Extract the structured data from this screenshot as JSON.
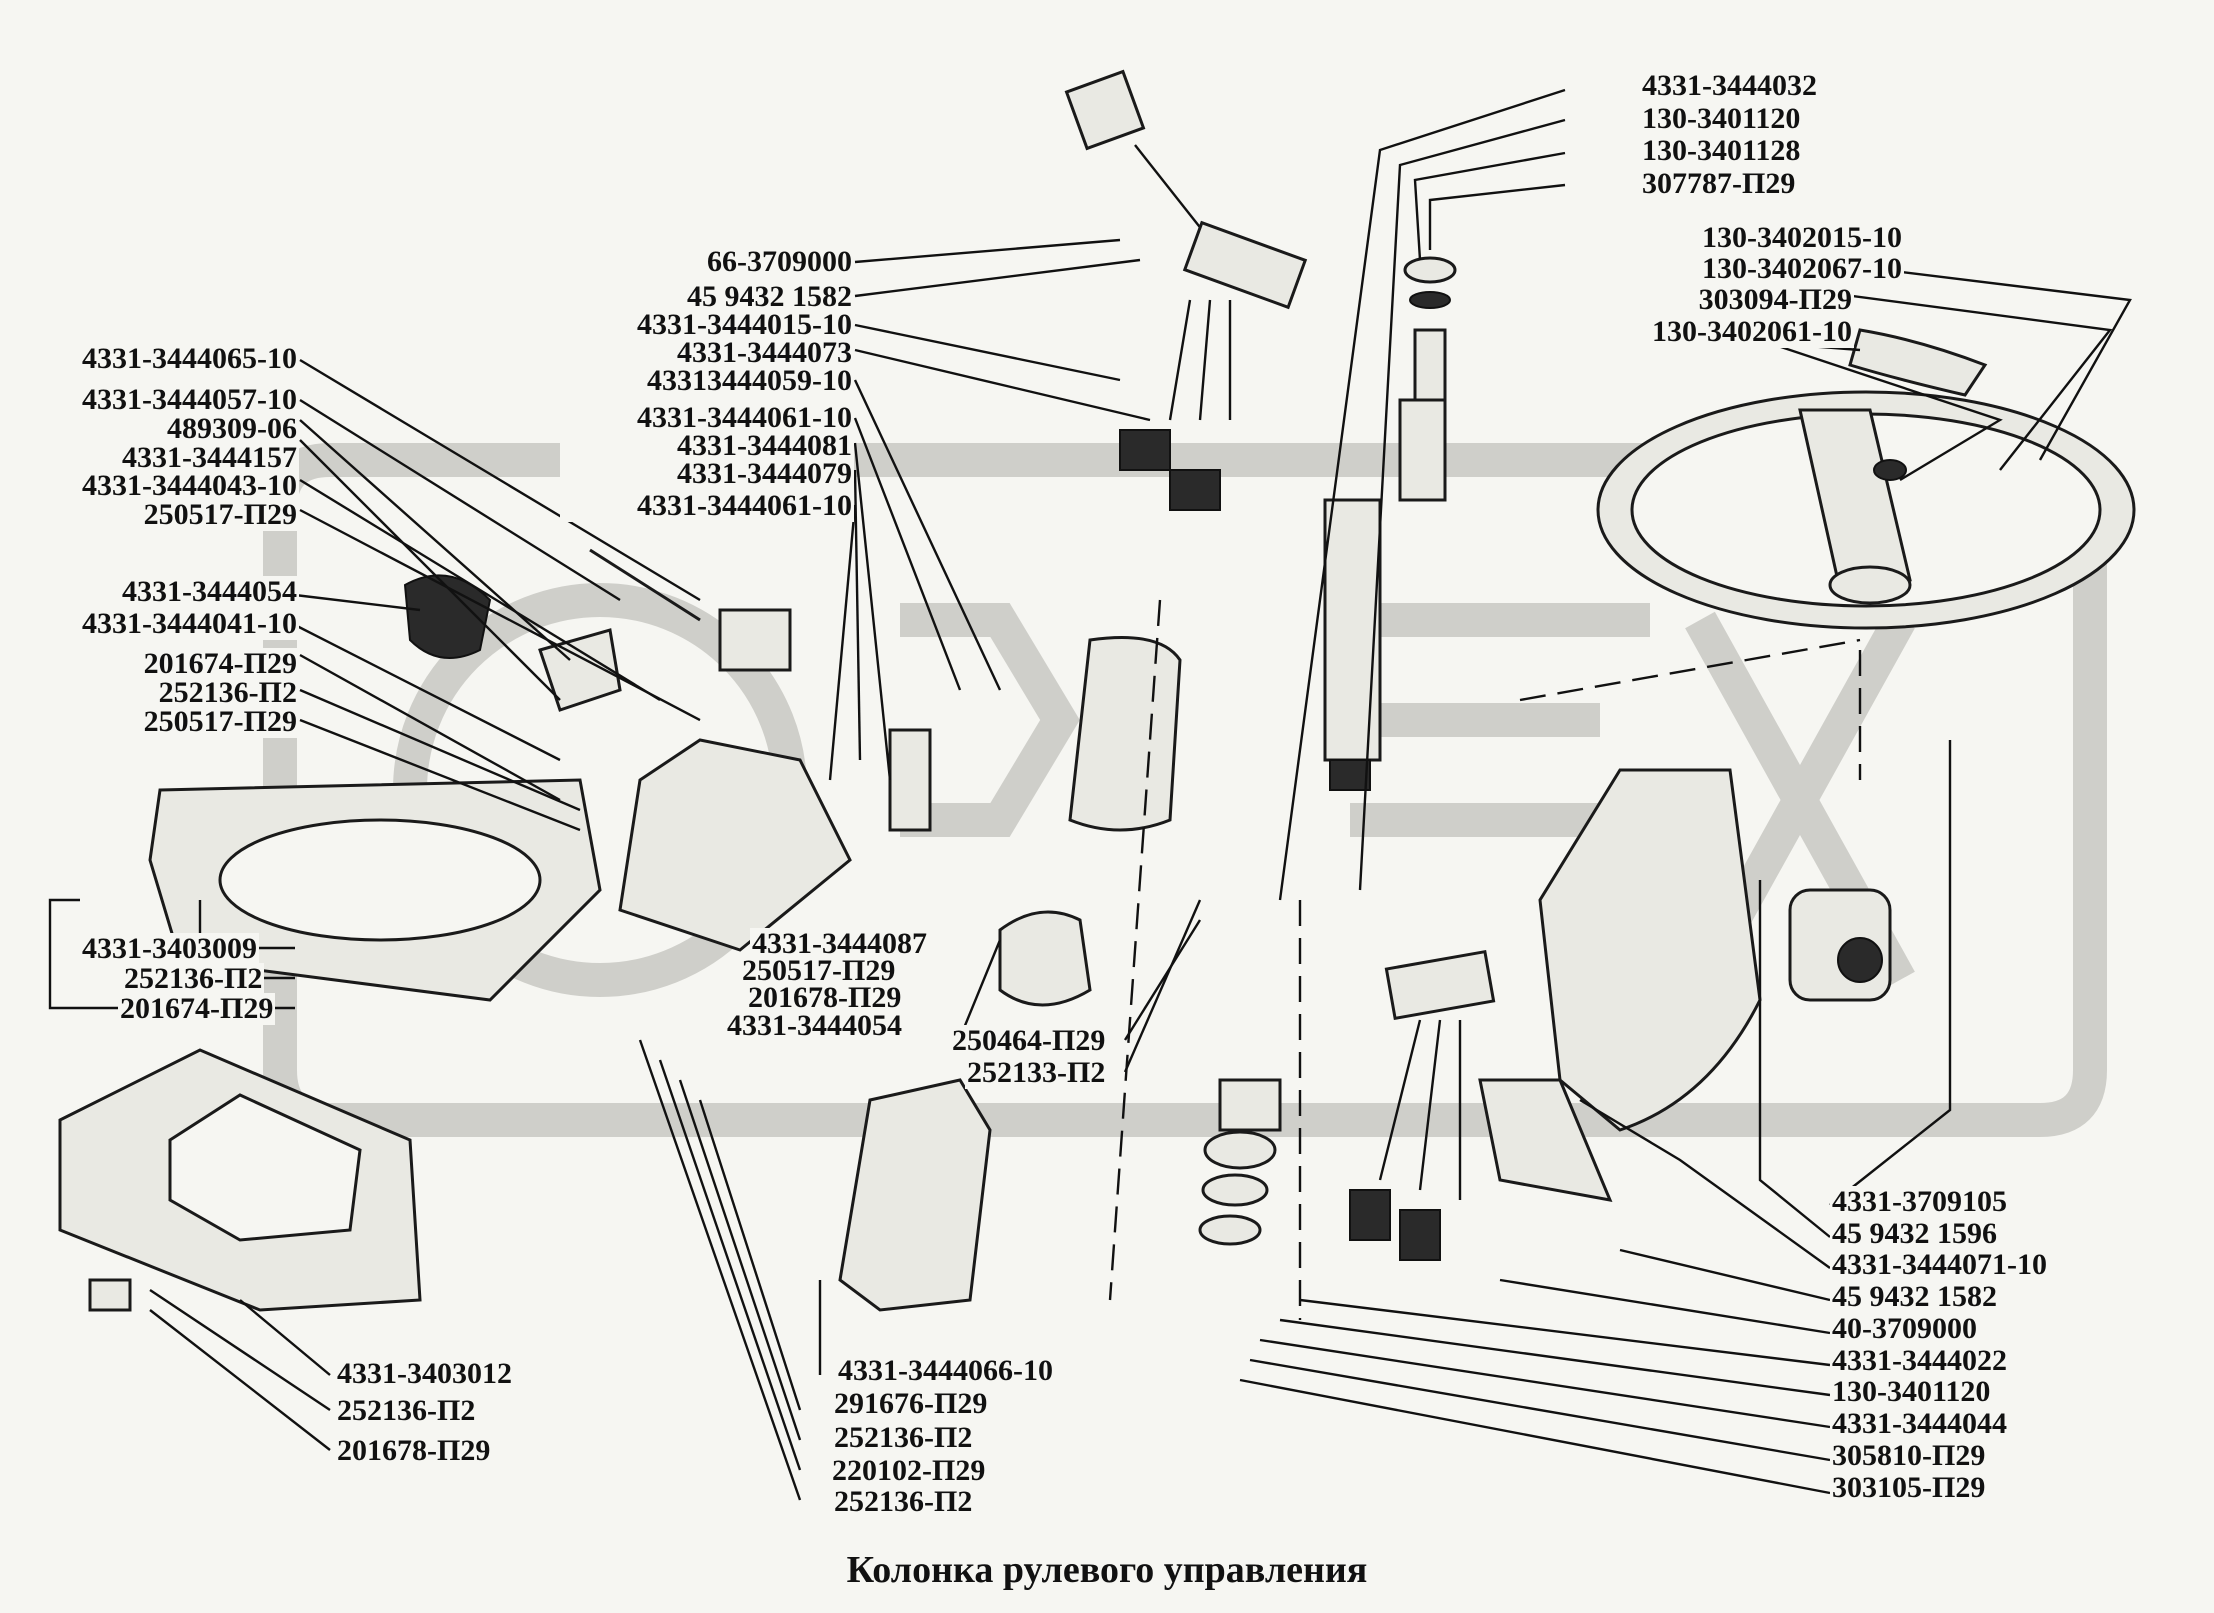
{
  "caption": "Колонка рулевого управления",
  "labels_left": [
    "4331-3444065-10",
    "4331-3444057-10",
    "489309-06",
    "4331-3444157",
    "4331-3444043-10",
    "250517-П29",
    "4331-3444054",
    "4331-3444041-10",
    "201674-П29",
    "252136-П2",
    "250517-П29"
  ],
  "labels_left_bottom": [
    "4331-3403009",
    "252136-П2",
    "201674-П29"
  ],
  "labels_left_lower": [
    "4331-3403012",
    "252136-П2",
    "201678-П29"
  ],
  "labels_center_top": [
    "66-3709000",
    "45 9432 1582",
    "4331-3444015-10",
    "4331-3444073",
    "43313444059-10",
    "4331-3444061-10",
    "4331-3444081",
    "4331-3444079",
    "4331-3444061-10"
  ],
  "labels_center_mid": [
    "4331-3444087",
    "250517-П29",
    "201678-П29",
    "4331-3444054"
  ],
  "labels_center_mid2": [
    "250464-П29",
    "252133-П2"
  ],
  "labels_center_bottom": [
    "4331-3444066-10",
    "291676-П29",
    "252136-П2",
    "220102-П29",
    "252136-П2"
  ],
  "labels_top_right": [
    "4331-3444032",
    "130-3401120",
    "130-3401128",
    "307787-П29"
  ],
  "labels_wheel": [
    "130-3402015-10",
    "130-3402067-10",
    "303094-П29",
    "130-3402061-10"
  ],
  "labels_right_bottom": [
    "4331-3709105",
    "45 9432 1596",
    "4331-3444071-10",
    "45 9432 1582",
    "40-3709000",
    "4331-3444022",
    "130-3401120",
    "4331-3444044",
    "305810-П29",
    "303105-П29"
  ]
}
